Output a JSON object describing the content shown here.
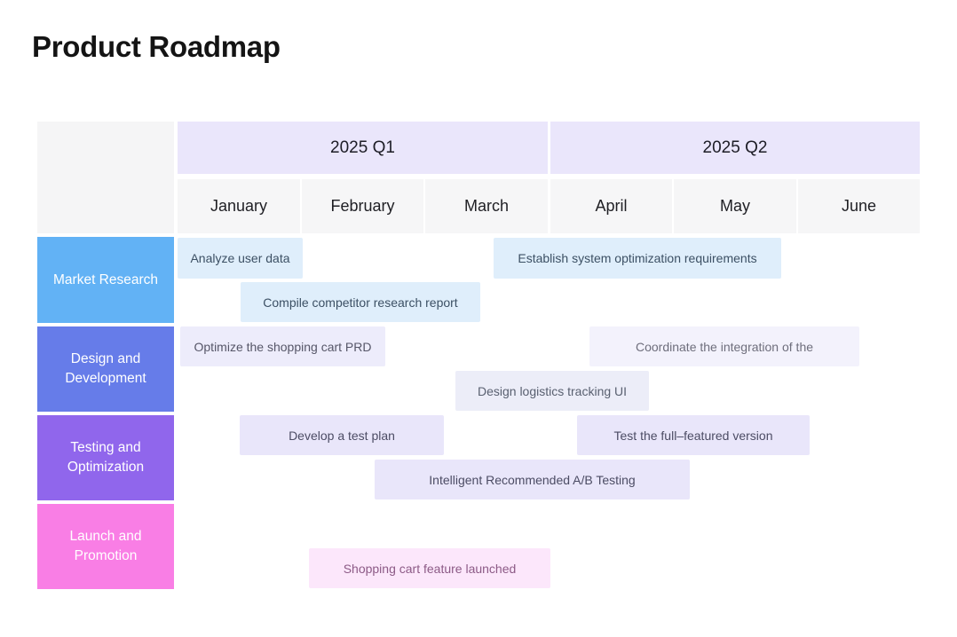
{
  "page_title": "Product Roadmap",
  "colors": {
    "background": "#ffffff",
    "quarter_header_bg": "#eae6fb",
    "month_header_bg": "#f6f6f7",
    "corner_cell_bg": "#f5f5f6",
    "row_market_research": "#62b2f5",
    "row_design_development": "#667ce9",
    "row_testing_optimization": "#9066ec",
    "row_launch_promotion": "#f97ee5",
    "bar_light_blue": "#dfeefb",
    "bar_light_lavender": "#edecfb",
    "bar_lighter_lavender": "#f3f2fc",
    "bar_gray_lavender": "#ecedf8",
    "bar_purple_tint": "#e9e6fa",
    "bar_pink_tint": "#fce7fb"
  },
  "chart_data": {
    "type": "bar",
    "subtype": "gantt-roadmap",
    "title": "Product Roadmap",
    "time_axis_unit": "months",
    "month_scale_note": "start_month/end_month measured in months from January 1 (0) to June 30 (6)",
    "quarters": [
      "2025 Q1",
      "2025 Q2"
    ],
    "months": [
      "January",
      "February",
      "March",
      "April",
      "May",
      "June"
    ],
    "rows": [
      {
        "label": "Market Research",
        "color": "#62b2f5",
        "tasks": [
          {
            "label": "Analyze user data",
            "lane": 0,
            "start_month": 0.0,
            "end_month": 1.0
          },
          {
            "label": "Establish system optimization requirements",
            "lane": 0,
            "start_month": 2.55,
            "end_month": 4.9
          },
          {
            "label": "Compile competitor research report",
            "lane": 1,
            "start_month": 0.5,
            "end_month": 2.45
          }
        ]
      },
      {
        "label": "Design and Development",
        "color": "#667ce9",
        "tasks": [
          {
            "label": "Optimize the shopping cart PRD",
            "lane": 0,
            "start_month": 0.0,
            "end_month": 1.7
          },
          {
            "label": "Coordinate the integration of the",
            "lane": 0,
            "start_month": 3.3,
            "end_month": 5.5
          },
          {
            "label": "Design logistics tracking UI",
            "lane": 1,
            "start_month": 2.25,
            "end_month": 3.8
          }
        ]
      },
      {
        "label": "Testing and Optimization",
        "color": "#9066ec",
        "tasks": [
          {
            "label": "Develop a test plan",
            "lane": 0,
            "start_month": 0.5,
            "end_month": 2.15
          },
          {
            "label": "Test the full–featured version",
            "lane": 0,
            "start_month": 3.2,
            "end_month": 5.1
          },
          {
            "label": "Intelligent Recommended A/B Testing",
            "lane": 1,
            "start_month": 1.6,
            "end_month": 4.1
          }
        ]
      },
      {
        "label": "Launch and Promotion",
        "color": "#f97ee5",
        "tasks": [
          {
            "label": "Shopping cart feature launched",
            "lane": 1,
            "start_month": 1.05,
            "end_month": 3.0
          }
        ]
      }
    ]
  }
}
